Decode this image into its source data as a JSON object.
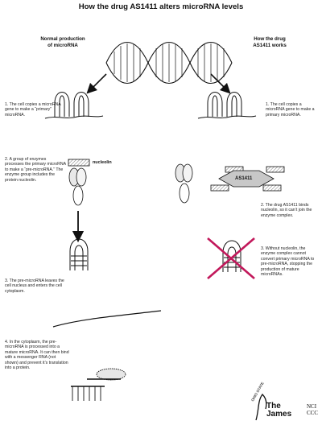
{
  "title": "How the drug AS1411 alters microRNA levels",
  "left_heading": "Normal production\nof microRNA",
  "right_heading": "How the drug\nAS1411 works",
  "labels": {
    "nucleolin": "nucleolin",
    "drug": "AS1411"
  },
  "left_steps": [
    "1. The cell copies a microRNA gene to make a “primary” microRNA.",
    "2. A group of enzymes processes the primary microRNA to make a “pre-microRNA.” The enzyme group includes the protein nucleolin.",
    "3. The pre-microRNA leaves the cell nucleus and enters the cell cytoplasm.",
    "4. In the cytoplasm, the pre-microRNA is processed into a mature microRNA. It can then bind with a messenger RNA (not shown) and prevent it’s translation into a protein."
  ],
  "right_steps": [
    "1. The cell copies a microRNA gene to make a primary microRNA.",
    "2. The drug AS1411 binds nucleolin, so it can’t join the enzyme complex.",
    "3. Without nucleolin, the enzyme complex cannot convert primary microRNA to pre-microRNA, stopping the production of mature microRNAs."
  ],
  "logos": {
    "osu": "OHIO STATE",
    "james_line1": "The",
    "james_line2": "James",
    "nci": "NCI\nCCC"
  },
  "colors": {
    "cross": "#c2185b",
    "drug_fill": "#c8c8c8",
    "nucleolin_hatch": "#555555"
  }
}
